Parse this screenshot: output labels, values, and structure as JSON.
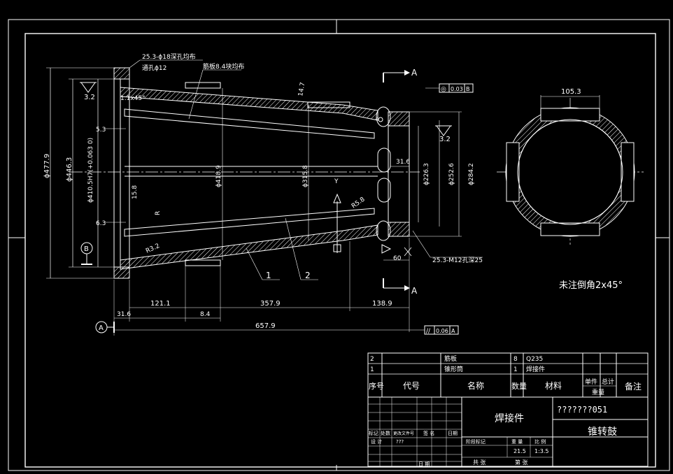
{
  "dimensions": {
    "phi_477_9": "ϕ477.9",
    "phi_446_3": "ϕ446.3",
    "phi_410": "ϕ410.5H7(+0.063 0)",
    "phi_418_9": "ϕ418.9",
    "phi_315_8": "ϕ315.8",
    "phi_226_3": "ϕ226.3",
    "phi_252_6": "ϕ252.6",
    "phi_284_2": "ϕ284.2",
    "d_31_6_top": "31.6",
    "d_15_8": "15.8",
    "d_5_3": "5.3",
    "d_6_3": "6.3",
    "chamfer": "1.1x45°",
    "r5_8": "R5.8",
    "r3_2": "R3.2",
    "d_7": "14.7",
    "hole_spec_top": "25.3-ϕ18深孔均布",
    "hole_sub_top": "通孔ϕ12",
    "rib_note": "筋板8.4块均布",
    "hole_spec_bottom": "25.3-M12孔深25",
    "d_60": "60",
    "d_121_1": "121.1",
    "d_8_4": "8.4",
    "d_357_9": "357.9",
    "d_138_9": "138.9",
    "d_31_6_bot": "31.6",
    "d_657_9": "657.9",
    "d_105_3": "105.3",
    "rough_1": "3.2",
    "rough_2": "3.2",
    "datum_a": "A",
    "datum_b": "B",
    "section_a_top": "A",
    "section_a_bot": "A",
    "gt_top_sym": "◎",
    "gt_top_val": "0.03",
    "gt_top_ref": "B",
    "gt_bot_sym": "//",
    "gt_bot_val": "0.06",
    "gt_bot_ref": "A",
    "balloon_1": "1",
    "balloon_2": "2",
    "note": "未注倒角2x45°"
  },
  "title_block": {
    "parts": [
      {
        "no": "2",
        "code": "",
        "name": "筋板",
        "qty": "8",
        "material": "Q235"
      },
      {
        "no": "1",
        "code": "",
        "name": "锥形筒",
        "qty": "1",
        "material": "焊接件"
      }
    ],
    "headers": {
      "no": "序号",
      "code": "代号",
      "name": "名称",
      "qty": "数量",
      "material": "材料",
      "single": "单件",
      "total": "总计",
      "weight": "重量",
      "remark": "备注"
    },
    "material": "焊接件",
    "drawing_no": "???????051",
    "title": "锥转鼓",
    "rev_mark": "标记",
    "rev_qty": "处数",
    "rev_doc": "更改文件号",
    "rev_sign": "签 名",
    "rev_date": "日期",
    "design": "设 计",
    "designer": "???",
    "stage_label": "阶段标记",
    "weight_label": "重 量",
    "scale_label": "比 例",
    "weight": "21.5",
    "scale": "1:3.5",
    "sheets": "共   张",
    "sheet": "第   张",
    "date": "日 期"
  }
}
